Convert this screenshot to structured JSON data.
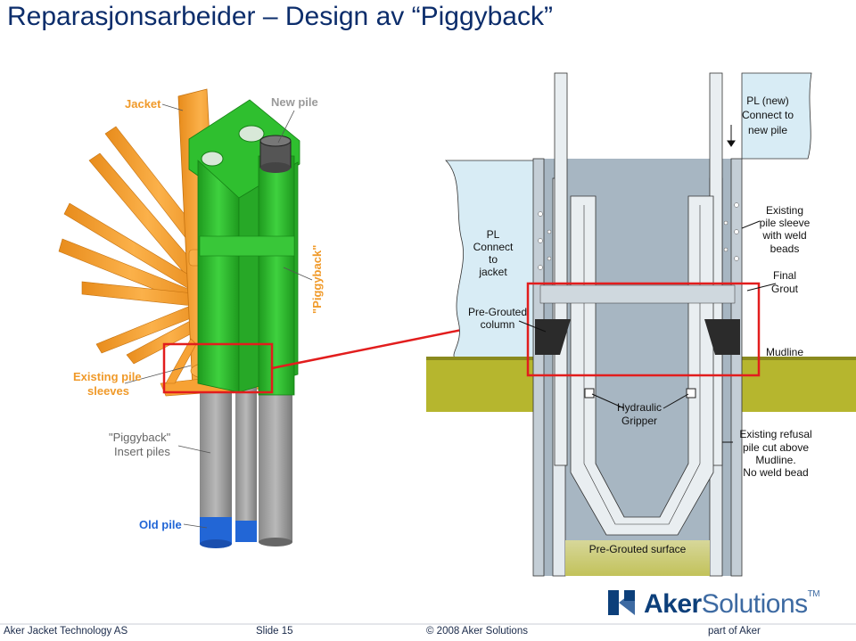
{
  "slide": {
    "title": "Reparasjonsarbeider – Design av “Piggyback”"
  },
  "left_labels": {
    "jacket": "Jacket",
    "new_pile": "New pile",
    "piggyback_vertical": "\"Piggyback\"",
    "existing_sleeves_1": "Existing pile",
    "existing_sleeves_2": "sleeves",
    "insert_piles_1": "\"Piggyback\"",
    "insert_piles_2": "Insert piles",
    "old_pile": "Old pile"
  },
  "right_labels": {
    "pl_new_1": "PL (new)",
    "pl_new_2": "Connect to",
    "pl_new_3": "new pile",
    "pl_jacket_1": "PL",
    "pl_jacket_2": "Connect",
    "pl_jacket_3": "to",
    "pl_jacket_4": "jacket",
    "existing_sleeve_1": "Existing",
    "existing_sleeve_2": "pile sleeve",
    "existing_sleeve_3": "with weld",
    "existing_sleeve_4": "beads",
    "final_grout_1": "Final",
    "final_grout_2": "Grout",
    "pregrouted_column_1": "Pre-Grouted",
    "pregrouted_column_2": "column",
    "mudline": "Mudline",
    "hydraulic_1": "Hydraulic",
    "hydraulic_2": "Gripper",
    "refusal_1": "Existing refusal",
    "refusal_2": "pile cut above",
    "refusal_3": "Mudline.",
    "refusal_4": "No weld bead",
    "pregrouted_surface": "Pre-Grouted surface"
  },
  "logo": {
    "bold": "Aker",
    "light": "Solutions",
    "tm": "TM"
  },
  "footer": {
    "company": "Aker Jacket Technology AS",
    "slide": "Slide 15",
    "copyright": "© 2008 Aker Solutions",
    "part_of": "part of Aker"
  },
  "colors": {
    "title": "#0c2d6b",
    "jacket_orange": "#f7a234",
    "piggyback_green": "#2fbf2f",
    "label_orange": "#f09a2a",
    "old_pile_blue": "#2266d6",
    "highlight_red": "#e21d1d",
    "mudline_olive": "#b6b62e",
    "grout_gray": "#a7b6c2"
  }
}
